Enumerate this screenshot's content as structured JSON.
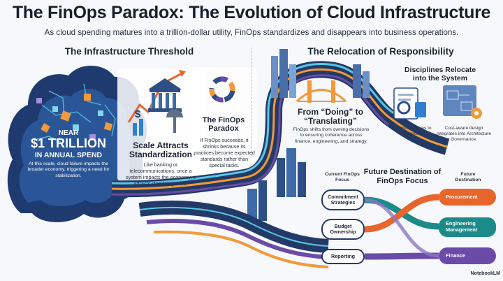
{
  "header": {
    "title": "The FinOps Paradox: The Evolution of Cloud Infrastructure",
    "subtitle": "As cloud spending matures into a trillion-dollar utility, FinOps standardizes and disappears into business operations."
  },
  "left_section": {
    "heading": "The Infrastructure Threshold",
    "spend": {
      "near": "NEAR",
      "amount": "$1 TRILLION",
      "annual": "IN ANNUAL SPEND",
      "description": "At this scale, cloud failure impacts the broader economy, triggering a need for stabilization."
    },
    "scale": {
      "title": "Scale Attracts Standardization",
      "description": "Like banking or telecommunications, once a system impacts the economy, it attracts stabilizing rules."
    },
    "paradox": {
      "title": "The FinOps Paradox",
      "description": "If FinOps succeeds, it shrinks because its practices become expected standards rather than special tasks."
    }
  },
  "right_section": {
    "heading": "The Relocation of Responsibility",
    "doing": {
      "title": "From “Doing” to “Translating”",
      "description": "FinOps shifts from owning decisions to ensuring coherence across finance, engineering, and strategy."
    },
    "disciplines": {
      "title": "Disciplines Relocate into the System",
      "finance_caption": "Reporting moves to Finance.",
      "architecture_caption": "Cost-aware design integrates into Architecture Governance."
    },
    "future": {
      "title": "Future Destination of FinOps Focus",
      "current_heading": "Current FinOps Focus",
      "destination_heading": "Future Destination",
      "current": [
        "Commitment Strategies",
        "Budget Ownership",
        "Reporting"
      ],
      "destinations": [
        "Procurement",
        "Engineering Management",
        "Finance"
      ]
    }
  },
  "credit": "NotebookLM",
  "colors": {
    "navy": "#1f3a6e",
    "teal": "#1d8a8a",
    "orange": "#e8652b",
    "purple": "#6a4ba8",
    "accent_blue": "#2f7fd1"
  }
}
